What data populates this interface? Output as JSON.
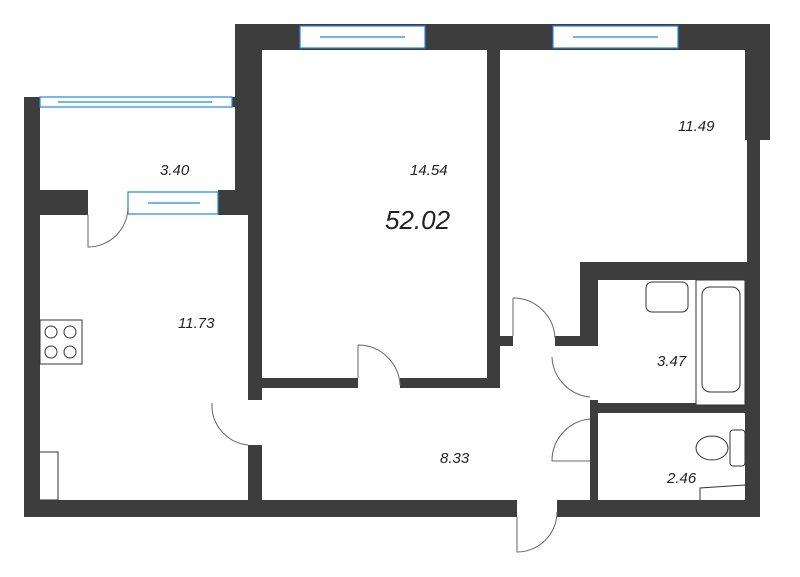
{
  "plan": {
    "total_area": "52.02",
    "rooms": [
      {
        "name": "balcony",
        "area": "3.40"
      },
      {
        "name": "room-1",
        "area": "14.54"
      },
      {
        "name": "room-2",
        "area": "11.49"
      },
      {
        "name": "kitchen",
        "area": "11.73"
      },
      {
        "name": "hallway",
        "area": "8.33"
      },
      {
        "name": "bathroom",
        "area": "3.47"
      },
      {
        "name": "toilet",
        "area": "2.46"
      }
    ],
    "colors": {
      "wall": "#3d3d3d",
      "window": "#1e88e5"
    }
  }
}
